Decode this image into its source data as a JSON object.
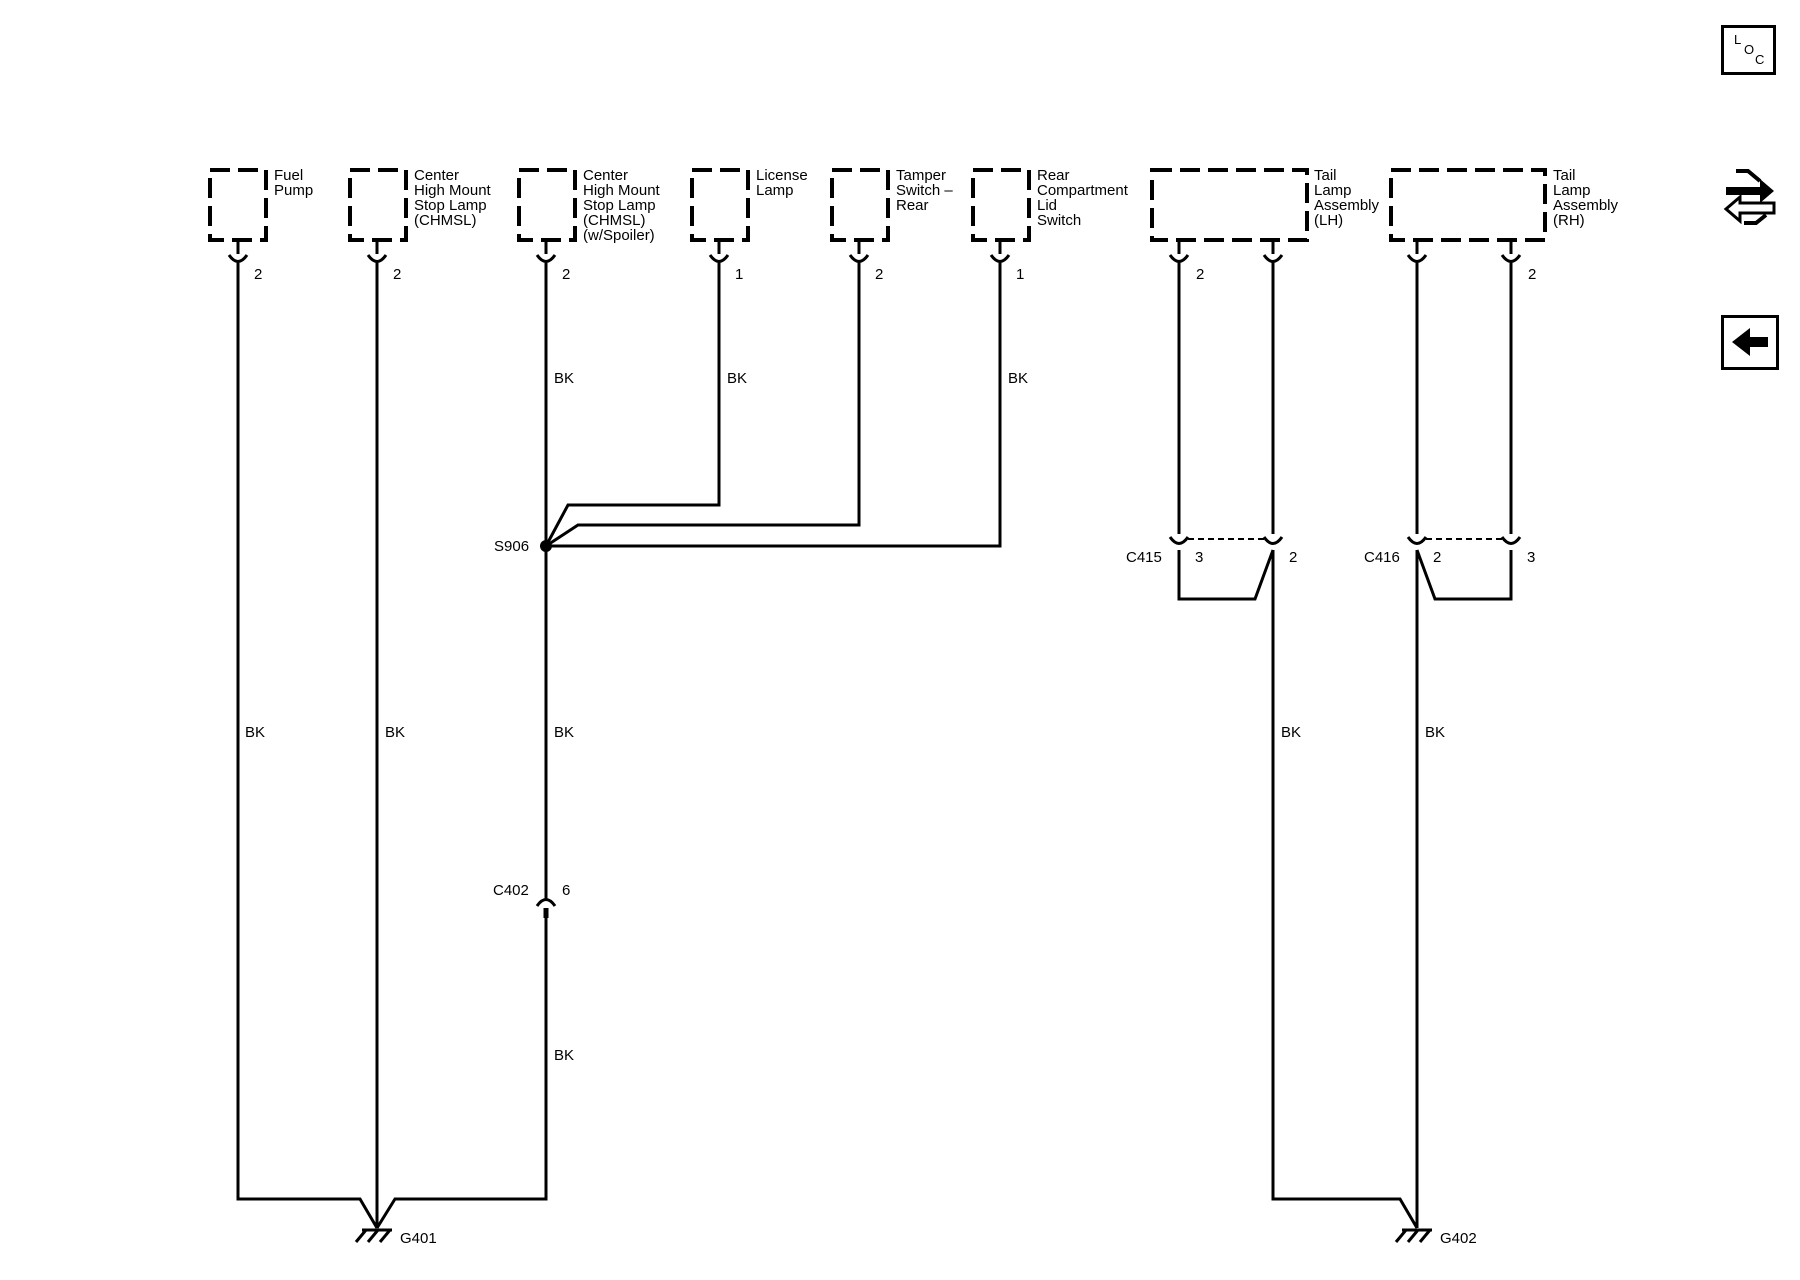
{
  "components": [
    {
      "lines": [
        "Fuel",
        "Pump"
      ]
    },
    {
      "lines": [
        "Center",
        "High Mount",
        "Stop Lamp",
        "(CHMSL)"
      ]
    },
    {
      "lines": [
        "Center",
        "High Mount",
        "Stop Lamp",
        "(CHMSL)",
        "(w/Spoiler)"
      ]
    },
    {
      "lines": [
        "License",
        "Lamp"
      ]
    },
    {
      "lines": [
        "Tamper",
        "Switch –",
        "Rear"
      ]
    },
    {
      "lines": [
        "Rear",
        "Compartment",
        "Lid",
        "Switch"
      ]
    },
    {
      "lines": [
        "Tail",
        "Lamp",
        "Assembly",
        "(LH)"
      ]
    },
    {
      "lines": [
        "Tail",
        "Lamp",
        "Assembly",
        "(RH)"
      ]
    }
  ],
  "pins": {
    "fuel_pump": "2",
    "chmsl": "2",
    "chmsl_spoiler": "2",
    "license_lamp": "1",
    "tamper_switch": "2",
    "lid_switch": "1",
    "tail_lh": "2",
    "tail_rh": "2"
  },
  "wire_colors": {
    "w1": "BK",
    "w2": "BK",
    "w3": "BK",
    "w4": "BK",
    "w5": "BK",
    "w6": "BK",
    "w7": "BK",
    "w8": "BK",
    "w9": "BK"
  },
  "splice": "S906",
  "connectors": {
    "c415": {
      "name": "C415",
      "pin_a": "3",
      "pin_b": "2"
    },
    "c416": {
      "name": "C416",
      "pin_a": "2",
      "pin_b": "3"
    },
    "c402": {
      "name": "C402",
      "pin": "6"
    }
  },
  "grounds": {
    "g401": "G401",
    "g402": "G402"
  },
  "nav": {
    "loc": {
      "l1": "L",
      "l2": "O",
      "l3": "C"
    },
    "icons": {
      "connector": "connector-swap-icon",
      "back": "back-arrow-icon"
    }
  }
}
